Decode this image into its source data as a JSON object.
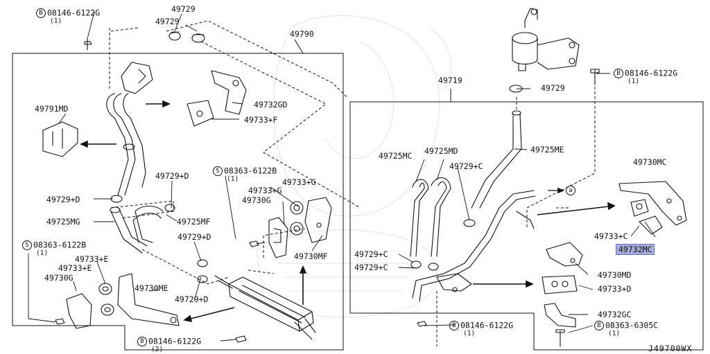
{
  "footer_code": "J49700WX",
  "parts": {
    "p49790": "49790",
    "p49719": "49719",
    "p49791MD": "49791MD",
    "p49732GD": "49732GD",
    "p49733F": "49733+F",
    "p49729_top1": "49729",
    "p49729_top2": "49729",
    "p49729_res": "49729",
    "p49729D_a": "49729+D",
    "p49729D_b": "49729+D",
    "p49729D_c": "49729+D",
    "p49729D_d": "49729+D",
    "p49725MG": "49725MG",
    "p49725MF": "49725MF",
    "p49733G_a": "49733+G",
    "p49733G_b": "49733+G",
    "p49730G_a": "49730G",
    "p49730G_b": "49730G",
    "p49730MF": "49730MF",
    "p49733E": "49733+E",
    "p49730ME": "49730ME",
    "p49725MC": "49725MC",
    "p49725MD": "49725MD",
    "p49729C_a": "49729+C",
    "p49729C_b": "49729+C",
    "p49729C_c": "49729+C",
    "p49725ME": "49725ME",
    "p49730MC": "49730MC",
    "p49733C": "49733+C",
    "p49732MC": "49732MC",
    "p49730MD": "49730MD",
    "p49733D": "49733+D",
    "p49732GC": "49732GC"
  },
  "bolts": {
    "b1": {
      "letter": "B",
      "code": "08146-6122G",
      "qty": "(1)"
    },
    "b2": {
      "letter": "B",
      "code": "08146-6122G",
      "qty": "(1)"
    },
    "b3": {
      "letter": "B",
      "code": "08146-6122G",
      "qty": "(1)"
    },
    "b4": {
      "letter": "B",
      "code": "08146-6122G",
      "qty": "(2)"
    },
    "b5": {
      "letter": "B",
      "code": "08363-6305C",
      "qty": "(1)"
    },
    "s1": {
      "letter": "S",
      "code": "08363-6122B",
      "qty": "(1)"
    },
    "s2": {
      "letter": "S",
      "code": "08363-6122B",
      "qty": "(1)"
    }
  },
  "connector_mark": "a"
}
